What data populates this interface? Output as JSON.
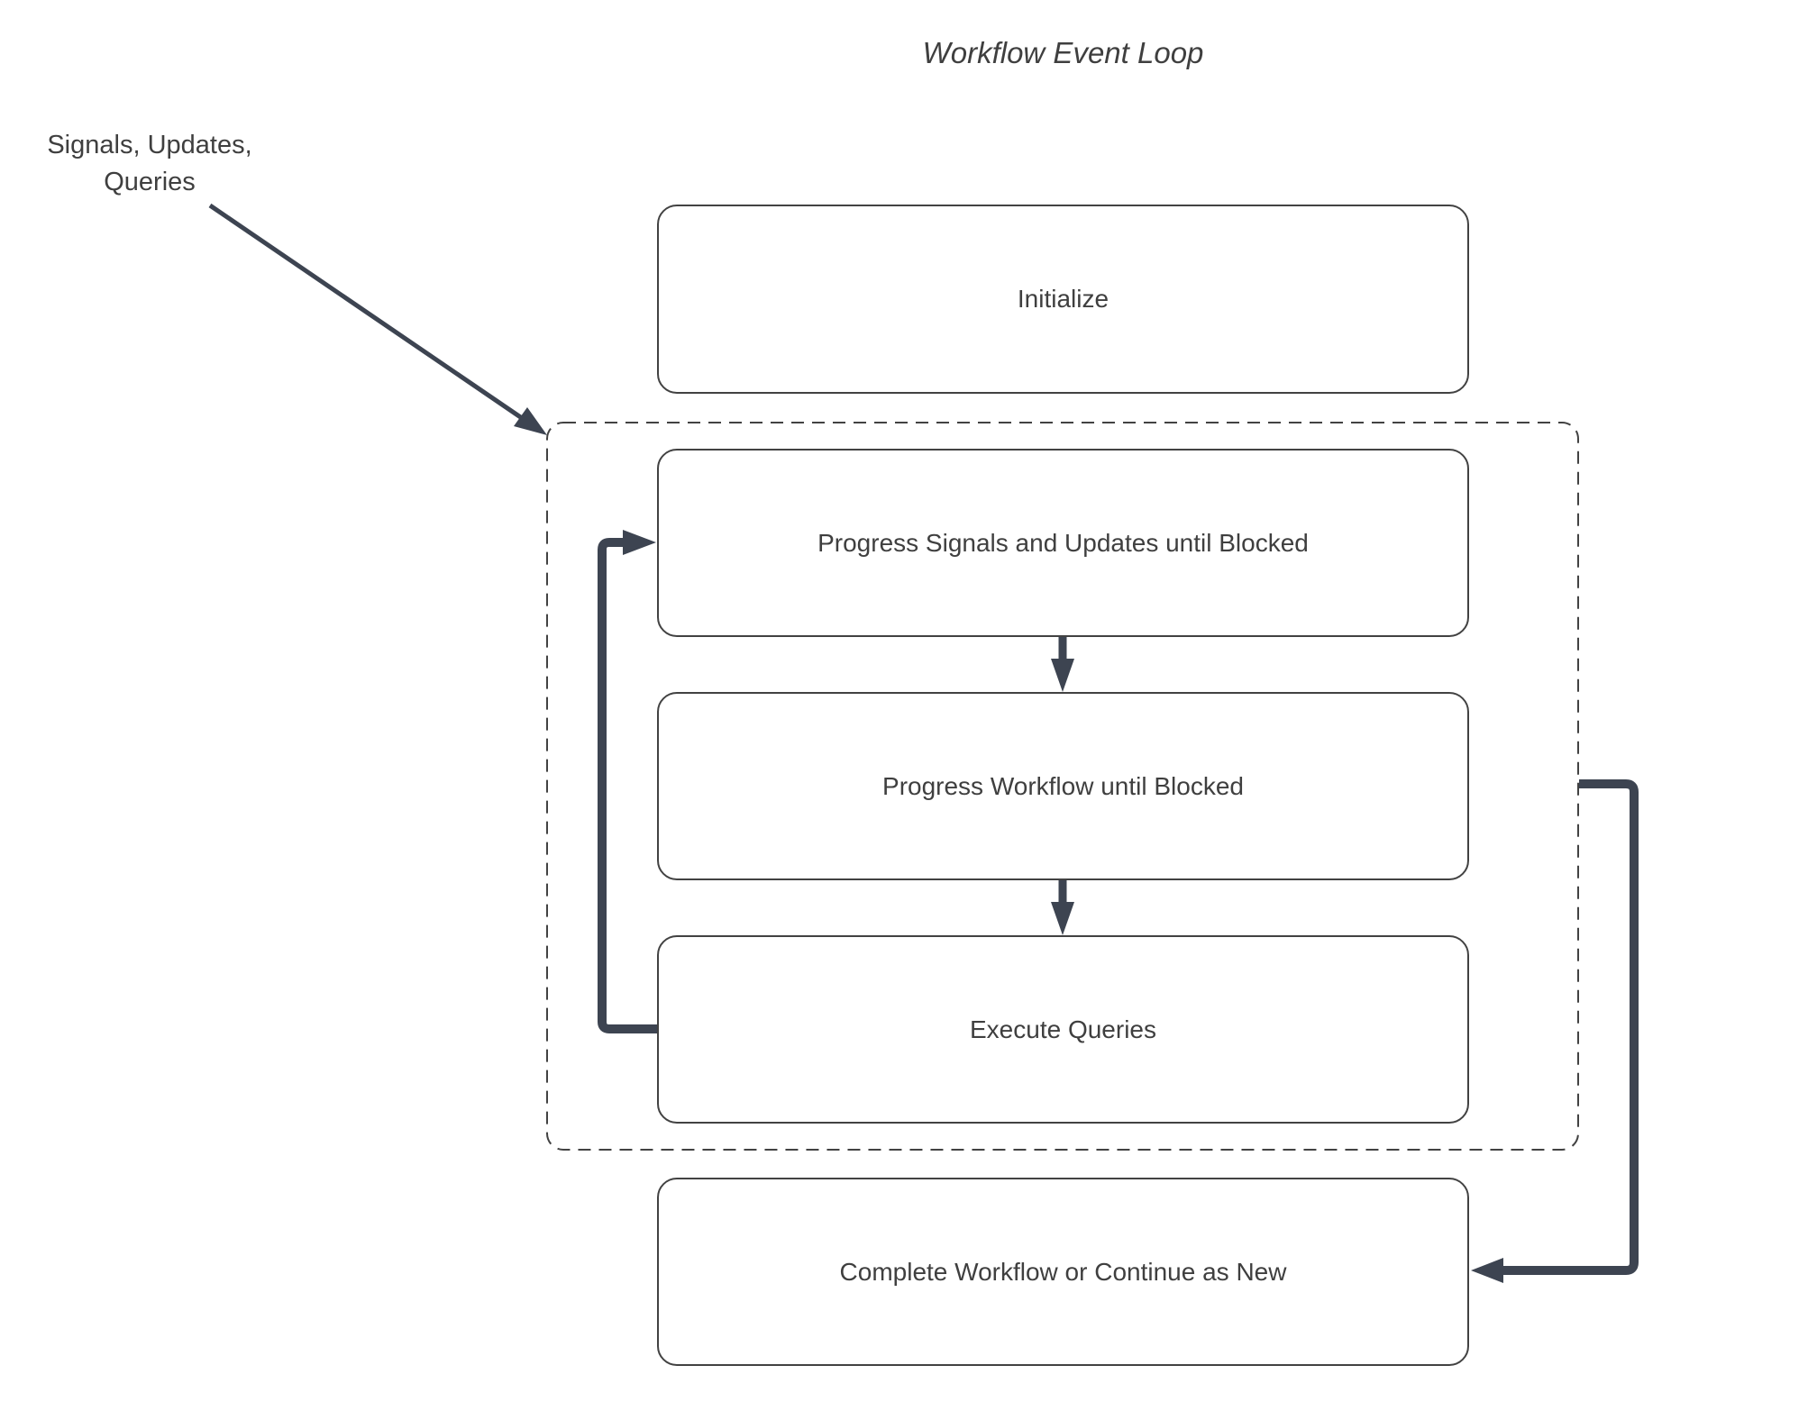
{
  "diagram": {
    "title": "Workflow Event Loop",
    "annotation": "Signals, Updates,\nQueries",
    "nodes": {
      "initialize": "Initialize",
      "progress_signals": "Progress Signals and Updates until Blocked",
      "progress_workflow": "Progress Workflow until Blocked",
      "execute_queries": "Execute Queries",
      "complete": "Complete Workflow or Continue as New"
    },
    "colors": {
      "arrow": "#3d4451",
      "box_border": "#424242",
      "text": "#3f3f3f",
      "background": "#ffffff"
    }
  }
}
